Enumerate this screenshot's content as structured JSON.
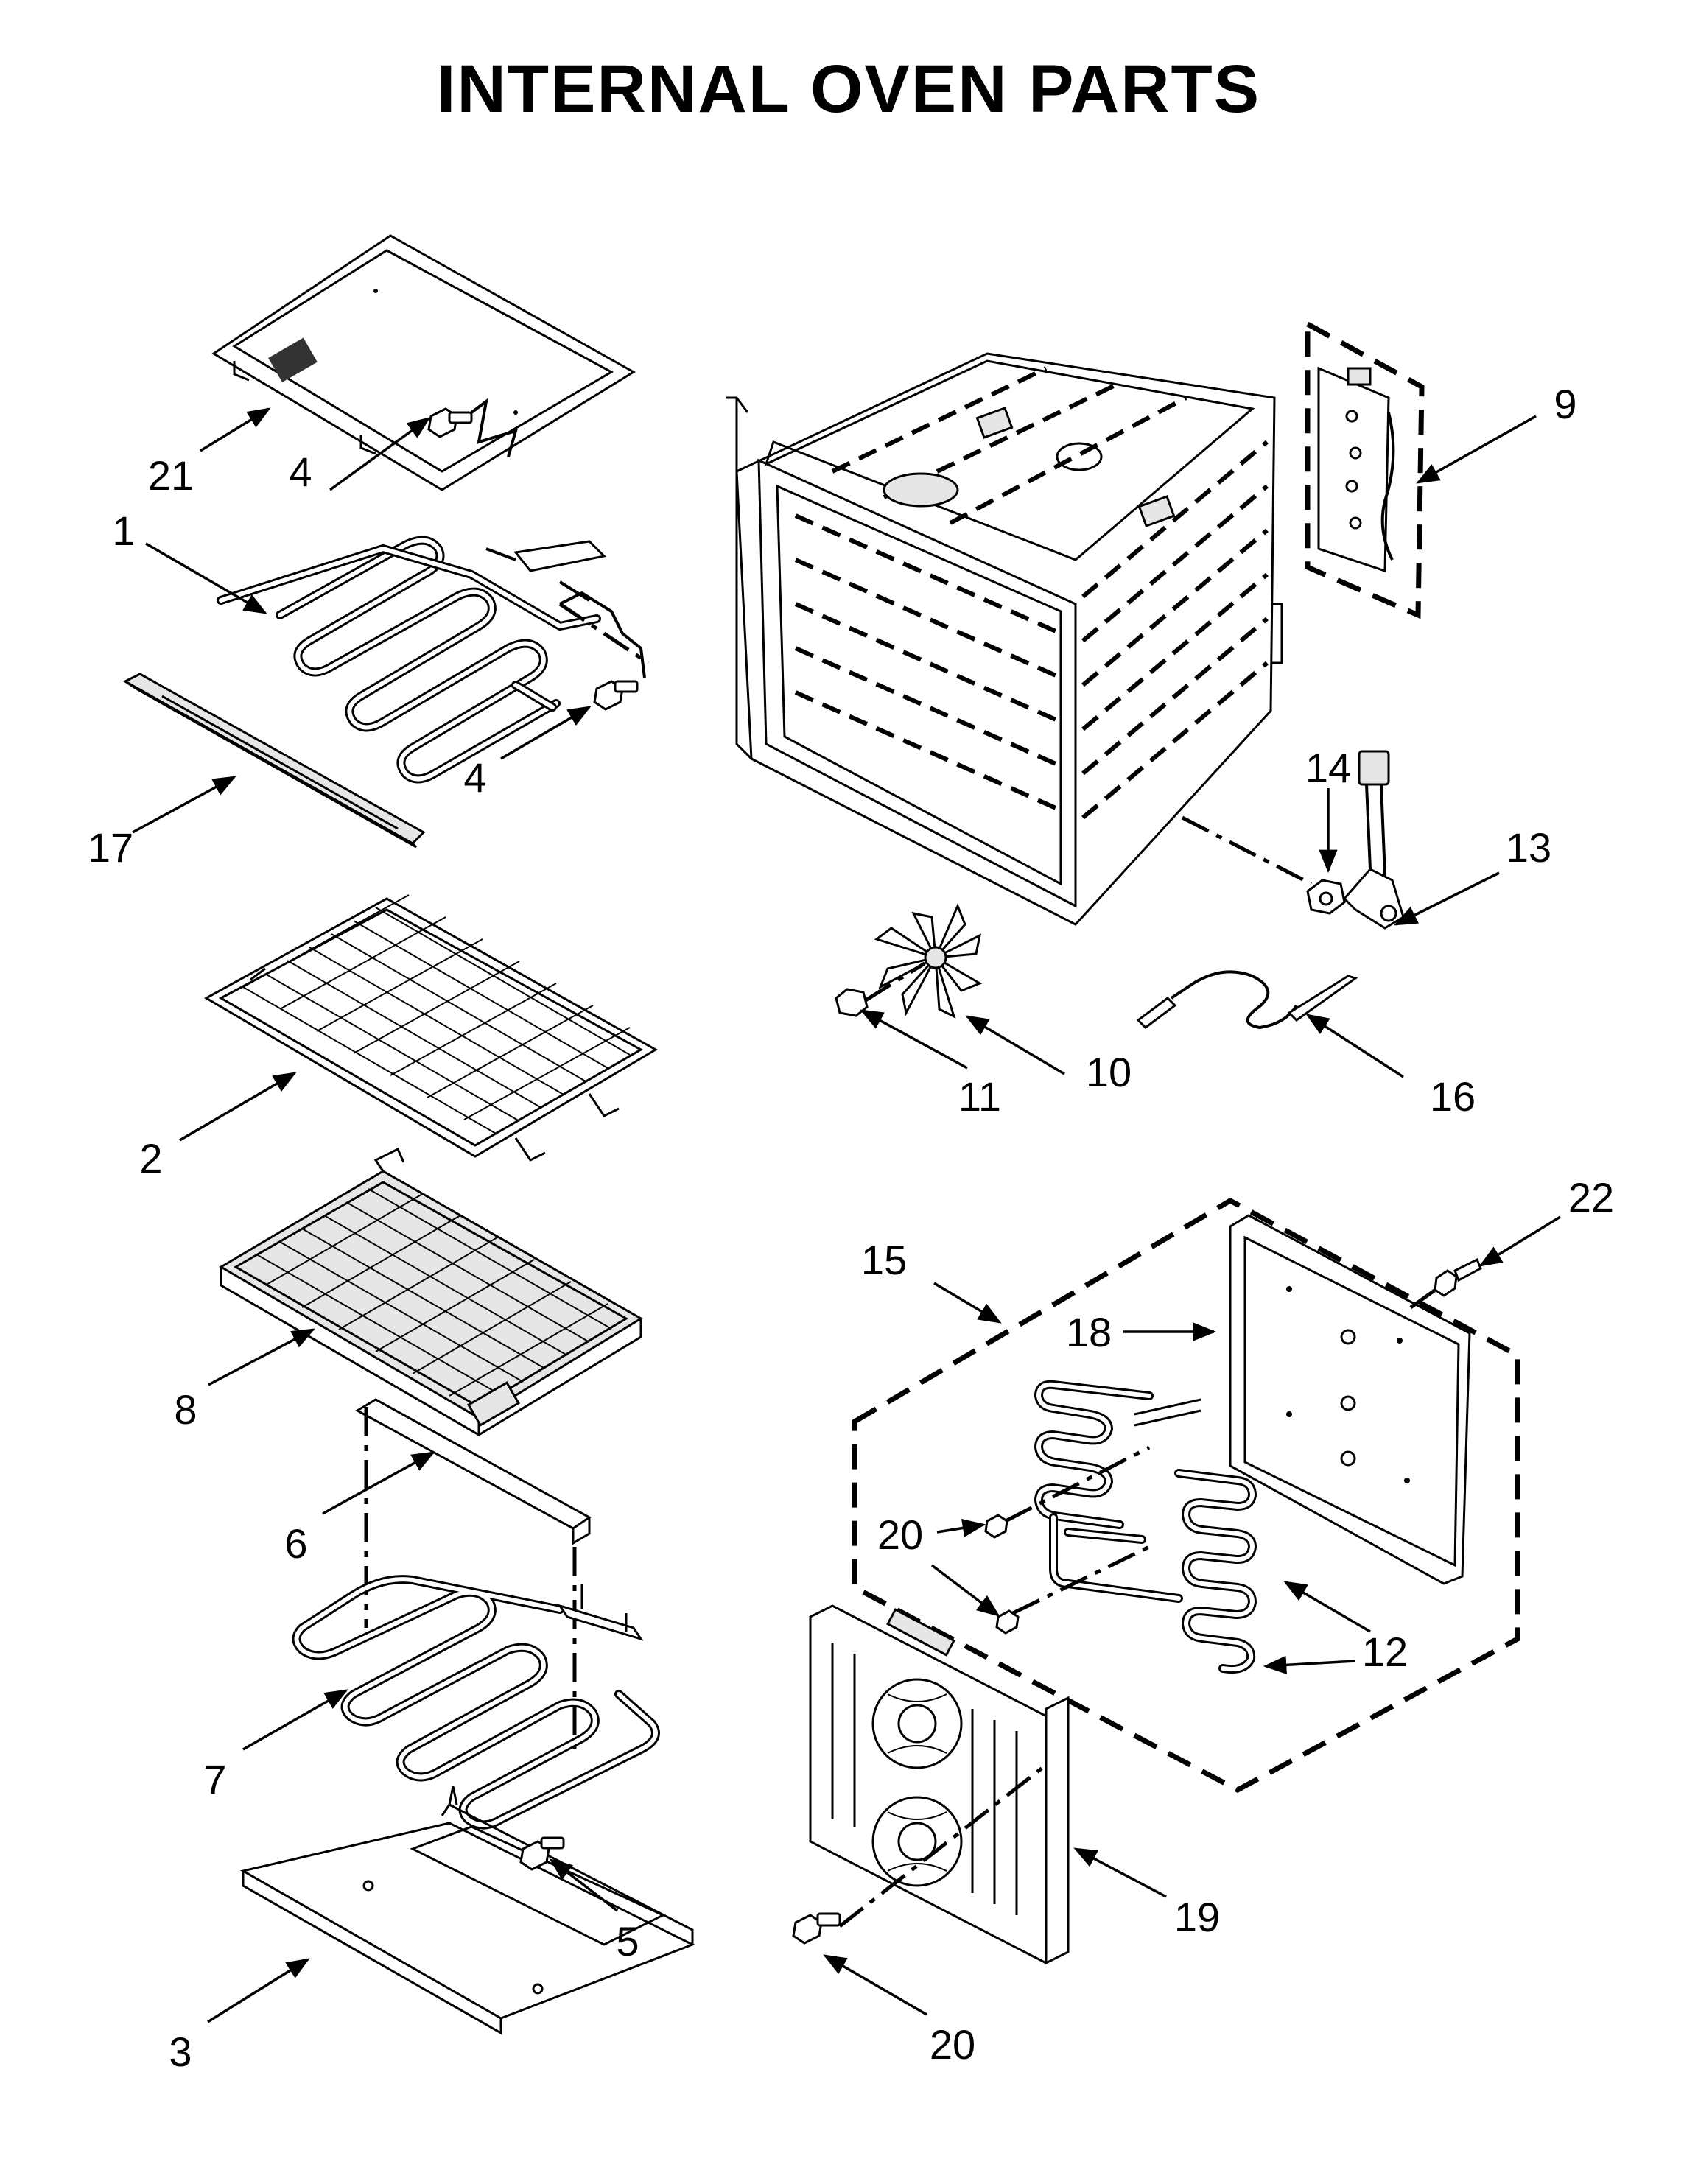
{
  "title": "INTERNAL OVEN PARTS",
  "callouts": [
    {
      "id": "c1",
      "label": "1"
    },
    {
      "id": "c2",
      "label": "2"
    },
    {
      "id": "c3",
      "label": "3"
    },
    {
      "id": "c4a",
      "label": "4"
    },
    {
      "id": "c4b",
      "label": "4"
    },
    {
      "id": "c5",
      "label": "5"
    },
    {
      "id": "c6",
      "label": "6"
    },
    {
      "id": "c7",
      "label": "7"
    },
    {
      "id": "c8",
      "label": "8"
    },
    {
      "id": "c9",
      "label": "9"
    },
    {
      "id": "c10",
      "label": "10"
    },
    {
      "id": "c11",
      "label": "11"
    },
    {
      "id": "c12",
      "label": "12"
    },
    {
      "id": "c13",
      "label": "13"
    },
    {
      "id": "c14",
      "label": "14"
    },
    {
      "id": "c15",
      "label": "15"
    },
    {
      "id": "c16",
      "label": "16"
    },
    {
      "id": "c17",
      "label": "17"
    },
    {
      "id": "c18",
      "label": "18"
    },
    {
      "id": "c19",
      "label": "19"
    },
    {
      "id": "c20a",
      "label": "20"
    },
    {
      "id": "c20b",
      "label": "20"
    },
    {
      "id": "c21",
      "label": "21"
    },
    {
      "id": "c22",
      "label": "22"
    }
  ]
}
